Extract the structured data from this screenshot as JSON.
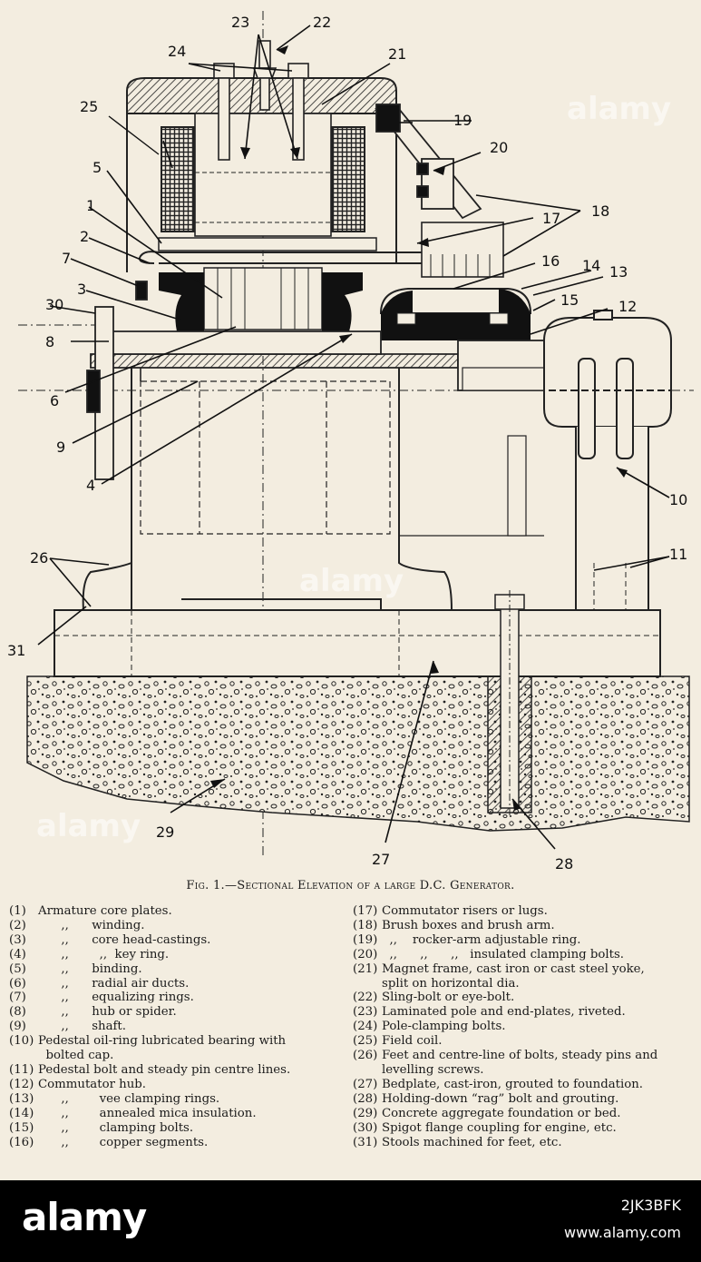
{
  "drawing": {
    "callouts": [
      "1",
      "2",
      "3",
      "4",
      "5",
      "6",
      "7",
      "8",
      "9",
      "10",
      "11",
      "12",
      "13",
      "14",
      "15",
      "16",
      "17",
      "18",
      "19",
      "20",
      "21",
      "22",
      "23",
      "24",
      "25",
      "26",
      "27",
      "28",
      "29",
      "30",
      "31"
    ]
  },
  "caption": {
    "prefix": "Fig. 1.—",
    "title": "Sectional Elevation of a large D.C. Generator."
  },
  "legend_left": [
    {
      "num": "(1)",
      "text": "Armature core plates."
    },
    {
      "num": "(2)",
      "text": "      ,,      winding."
    },
    {
      "num": "(3)",
      "text": "      ,,      core head-castings."
    },
    {
      "num": "(4)",
      "text": "      ,,        ,,  key ring."
    },
    {
      "num": "(5)",
      "text": "      ,,      binding."
    },
    {
      "num": "(6)",
      "text": "      ,,      radial air ducts."
    },
    {
      "num": "(7)",
      "text": "      ,,      equalizing rings."
    },
    {
      "num": "(8)",
      "text": "      ,,      hub or spider."
    },
    {
      "num": "(9)",
      "text": "      ,,      shaft."
    },
    {
      "num": "(10)",
      "text": "Pedestal oil-ring lubricated bearing with"
    },
    {
      "num": "",
      "text": "  bolted cap."
    },
    {
      "num": "(11)",
      "text": "Pedestal bolt and steady pin centre lines."
    },
    {
      "num": "(12)",
      "text": "Commutator hub."
    },
    {
      "num": "(13)",
      "text": "      ,,        vee clamping rings."
    },
    {
      "num": "(14)",
      "text": "      ,,        annealed mica insulation."
    },
    {
      "num": "(15)",
      "text": "      ,,        clamping bolts."
    },
    {
      "num": "(16)",
      "text": "      ,,        copper segments."
    }
  ],
  "legend_right": [
    {
      "num": "(17)",
      "text": "Commutator risers or lugs."
    },
    {
      "num": "(18)",
      "text": "Brush boxes and brush arm."
    },
    {
      "num": "(19)",
      "text": "  ,,    rocker-arm adjustable ring."
    },
    {
      "num": "(20)",
      "text": "  ,,      ,,      ,,   insulated clamping bolts."
    },
    {
      "num": "(21)",
      "text": "Magnet frame, cast iron or cast steel yoke,"
    },
    {
      "num": "",
      "text": "split on horizontal dia."
    },
    {
      "num": "(22)",
      "text": "Sling-bolt or eye-bolt."
    },
    {
      "num": "(23)",
      "text": "Laminated pole and end-plates, riveted."
    },
    {
      "num": "(24)",
      "text": "Pole-clamping bolts."
    },
    {
      "num": "(25)",
      "text": "Field coil."
    },
    {
      "num": "(26)",
      "text": "Feet and centre-line of bolts, steady pins and"
    },
    {
      "num": "",
      "text": "levelling screws."
    },
    {
      "num": "(27)",
      "text": "Bedplate, cast-iron, grouted to foundation."
    },
    {
      "num": "(28)",
      "text": "Holding-down “rag” bolt and grouting."
    },
    {
      "num": "(29)",
      "text": "Concrete aggregate foundation or bed."
    },
    {
      "num": "(30)",
      "text": "Spigot flange coupling for engine, etc."
    },
    {
      "num": "(31)",
      "text": "Stools machined for feet, etc."
    }
  ],
  "footer": {
    "logo": "alamy",
    "image_id": "2JK3BFK",
    "url": "www.alamy.com"
  },
  "watermark": "alamy"
}
